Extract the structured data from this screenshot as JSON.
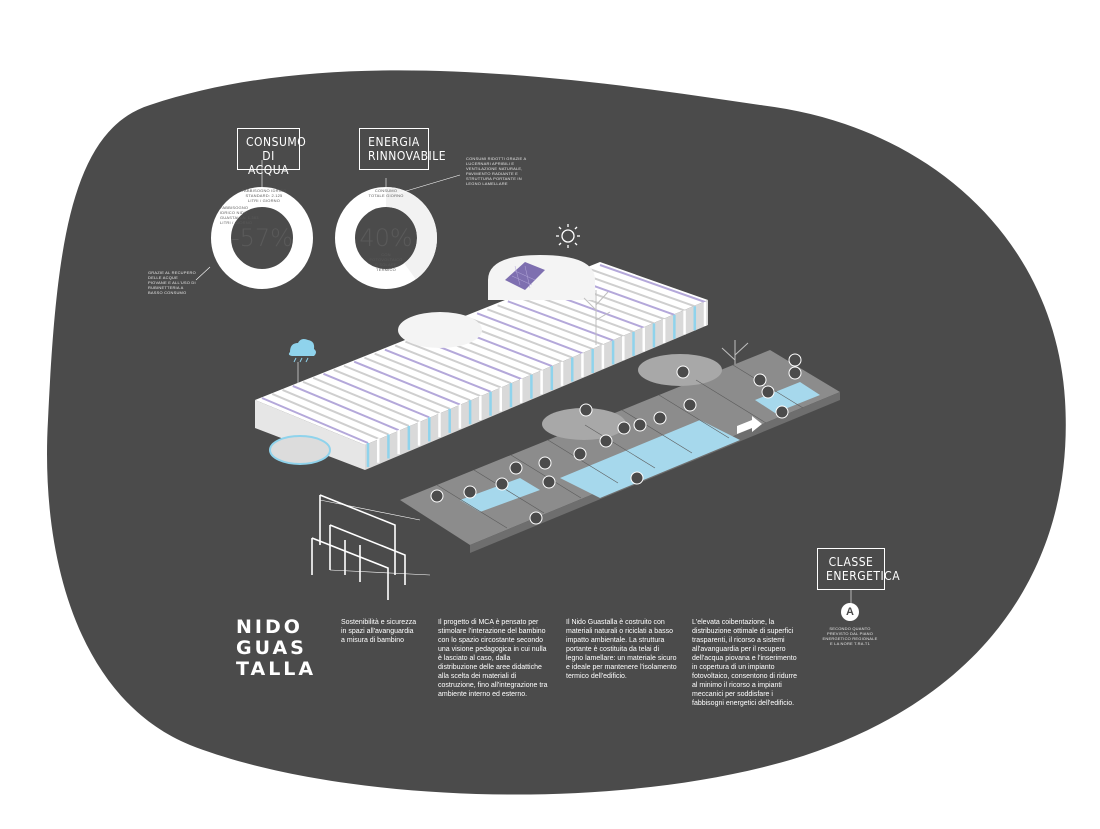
{
  "water": {
    "title_line1": "CONSUMO",
    "title_line2": "DI ACQUA",
    "value": "-57%",
    "note_standard": "FABBISOGNO IDRICO STANDARD: 2.125 LITRI / GIORNO",
    "note_nido": "FABBISOGNO IDRICO NIDO GUASTALLA: 1.363 LITRI / GIORNO",
    "note_recovery": "GRAZIE AL RECUPERO DELLE ACQUE PIOVANE E ALL'USO DI RUBINETTERIA A BASSO CONSUMO"
  },
  "energy": {
    "title_line1": "ENERGIA",
    "title_line2": "RINNOVABILE",
    "value": "40%",
    "note_total": "CONSUMO TOTALE GIORNO",
    "note_reduced": "CONSUMI RIDOTTI GRAZIE A LUCERNARI APRIBILI E VENTILAZIONE NATURALE, PAVIMENTO RADIANTE E STRUTTURA PORTANTE IN LEGNO LAMELLARE",
    "note_pv": "CON FOTOVOLTAICO E SOLARE TERMICO"
  },
  "class": {
    "title_line1": "CLASSE",
    "title_line2": "ENERGETICA",
    "value": "A",
    "note": "SECONDO QUANTO PREVISTO DAL PIANO ENERGETICO REGIONALE E LA NORE T.RA.Т1"
  },
  "logo": {
    "line1": "NIDO",
    "line2": "GUAS",
    "line3": "TALLA"
  },
  "texts": {
    "col1": "Sostenibilità e sicurezza in spazi all'avanguardia a misura di bambino",
    "col2": "Il progetto di MCA è pensato per stimolare l'interazione del bambino con lo spazio circostante secondo una visione pedagogica in cui nulla è lasciato al caso, dalla distribuzione delle aree didattiche alla scelta dei materiali di costruzione, fino all'integrazione tra ambiente interno ed esterno.",
    "col3": "Il Nido Guastalla è costruito con materiali naturali o riciclati a basso impatto ambientale. La struttura portante è costituita da telai di legno lamellare: un materiale sicuro e ideale per mantenere l'isolamento termico dell'edificio.",
    "col4": "L'elevata coibentazione, la distribuzione ottimale di superfici trasparenti, il ricorso a sistemi all'avanguardia per il recupero dell'acqua piovana e l'inserimento in copertura di un impianto fotovoltaico, consentono di ridurre al minimo il ricorso a impianti meccanici per soddisfare i fabbisogni energetici dell'edificio."
  },
  "icons": [
    "sun-icon",
    "rain-cloud-icon",
    "solar-panel-icon",
    "tree-icon",
    "room-function-icon"
  ],
  "colors": {
    "background": "#ffffff",
    "blob": "#4b4b4b",
    "ring": "#ffffff",
    "accent_blue": "#8fd3ec",
    "floor_grey": "#8c8c8c",
    "solar_purple": "#7e6fb0"
  }
}
